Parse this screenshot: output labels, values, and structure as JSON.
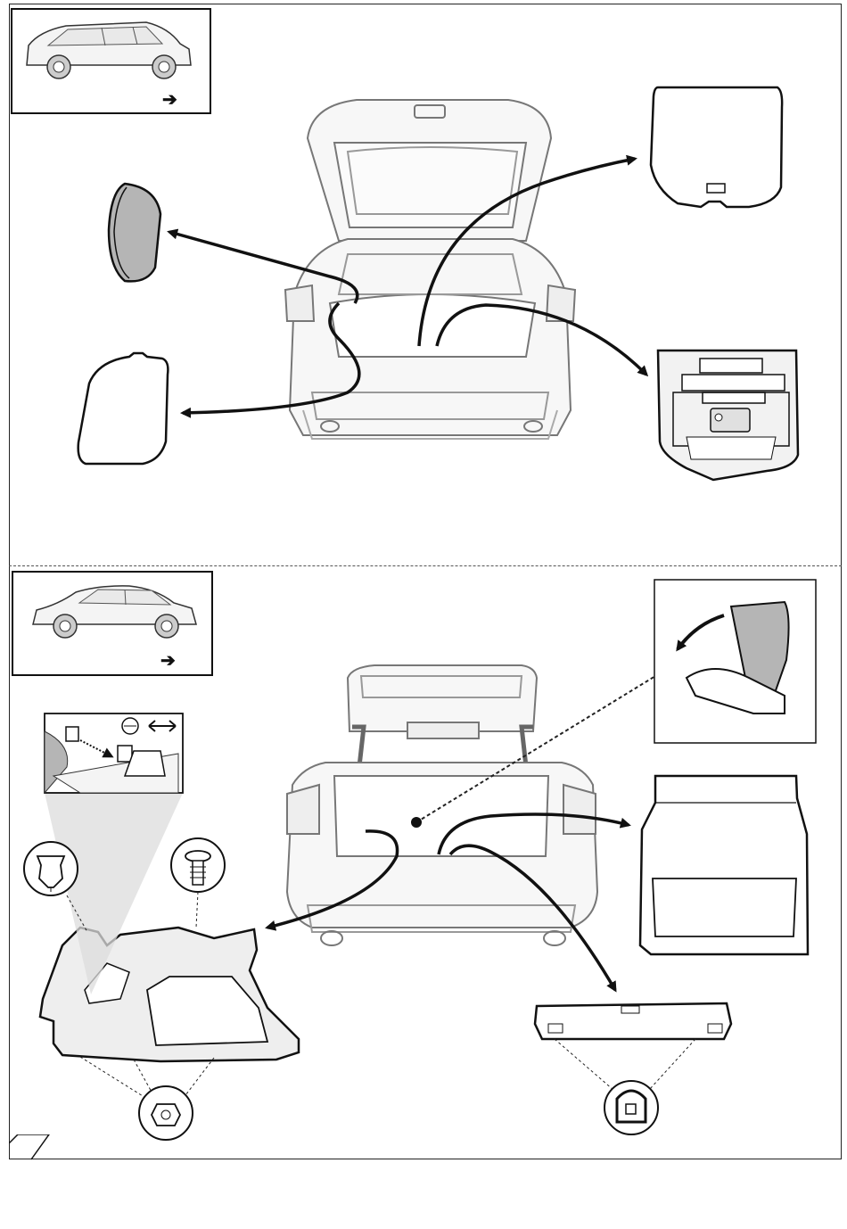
{
  "top_section": {
    "vehicle_badge": {
      "vehicle_icon": "station-wagon-icon",
      "direction_icon": "right-arrow-icon",
      "arrow_glyph": "➔"
    },
    "parts": [
      {
        "name": "floor-hatch-oval",
        "icon": "oval-cover-icon"
      },
      {
        "name": "side-panel-cover",
        "icon": "side-cover-icon"
      },
      {
        "name": "cargo-floor-board",
        "icon": "floor-board-icon"
      },
      {
        "name": "storage-tray",
        "icon": "storage-tray-icon"
      }
    ]
  },
  "bottom_section": {
    "vehicle_badge": {
      "vehicle_icon": "sedan-icon",
      "direction_icon": "right-arrow-icon",
      "arrow_glyph": "➔"
    },
    "parts": [
      {
        "name": "seatback-fold",
        "icon": "seat-fold-icon"
      },
      {
        "name": "trunk-floor-panel",
        "icon": "floor-panel-icon"
      },
      {
        "name": "side-trim-panel",
        "icon": "side-trim-icon"
      },
      {
        "name": "rear-sill-trim",
        "icon": "sill-trim-icon"
      },
      {
        "name": "push-clip",
        "icon": "push-clip-icon"
      },
      {
        "name": "fir-tree-clip",
        "icon": "fir-tree-clip-icon"
      },
      {
        "name": "clip-nut",
        "icon": "clip-nut-icon"
      },
      {
        "name": "wiring-connector",
        "icon": "connector-detail-icon"
      }
    ]
  },
  "colors": {
    "line": "#222222",
    "light_fill": "#eeeeee",
    "grey_fill": "#b5b5b5"
  }
}
